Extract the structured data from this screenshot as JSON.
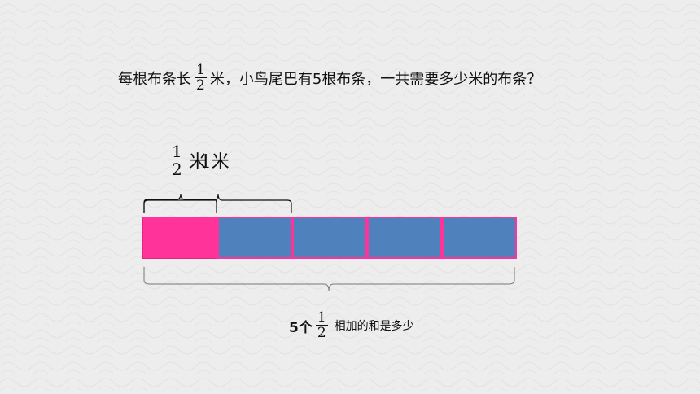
{
  "question": {
    "prefix": "每根布条长",
    "frac_num": "1",
    "frac_den": "2",
    "suffix": "米，小鸟尾巴有5根布条，一共需要多少米的布条？"
  },
  "segment_label": {
    "frac_num": "1",
    "frac_den": "2",
    "unit_text": "米",
    "overlap_text": "1米"
  },
  "bar": {
    "segments": [
      {
        "color": "#ff3399"
      },
      {
        "color": "#4f81bd"
      },
      {
        "color": "#4f81bd"
      },
      {
        "color": "#4f81bd"
      },
      {
        "color": "#4f81bd"
      }
    ]
  },
  "bottom_label": {
    "count": "5个",
    "frac_num": "1",
    "frac_den": "2",
    "text": "相加的和是多少"
  },
  "colors": {
    "accent_pink": "#ff3399",
    "segment_blue": "#4f81bd",
    "background": "#ededed"
  }
}
